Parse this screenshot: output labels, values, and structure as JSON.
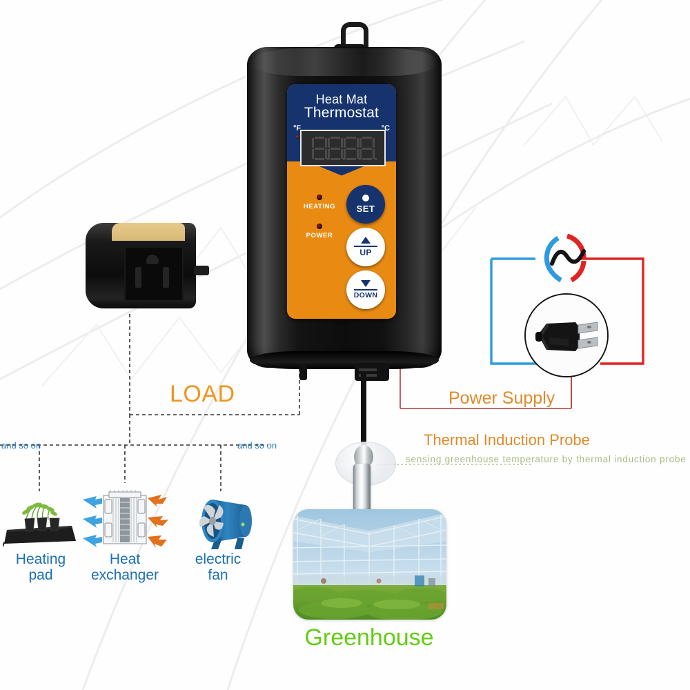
{
  "device": {
    "title_line1": "Heat Mat",
    "title_line2": "Thermostat",
    "unit_f": "°F",
    "unit_c": "°C",
    "display_value": "8.8.8.8.",
    "display_state": "all-segments-off",
    "indicators": [
      {
        "name": "heating",
        "label": "HEATING",
        "lit": false
      },
      {
        "name": "power",
        "label": "POWER",
        "lit": false
      }
    ],
    "buttons": [
      {
        "name": "set",
        "label": "SET"
      },
      {
        "name": "up",
        "label": "UP",
        "arrow": "triangle-up"
      },
      {
        "name": "down",
        "label": "DOWN",
        "arrow": "triangle-down"
      }
    ],
    "colors": {
      "faceplate_orange": "#e98b13",
      "faceplate_blue": "#16336e",
      "body_black": "#121212"
    }
  },
  "callouts": {
    "load": "LOAD",
    "power_supply": "Power Supply",
    "probe_title": "Thermal Induction Probe",
    "probe_subtitle": "sensing greenhouse temperature by thermal induction probe",
    "greenhouse": "Greenhouse",
    "and_so_on_left": "and so on",
    "and_so_on_right": "and so on"
  },
  "load_devices": [
    {
      "name": "heating-pad",
      "label_line1": "Heating",
      "label_line2": "pad"
    },
    {
      "name": "heat-exchanger",
      "label_line1": "Heat",
      "label_line2": "exchanger"
    },
    {
      "name": "electric-fan",
      "label_line1": "electric",
      "label_line2": "fan"
    }
  ],
  "icons": {
    "outlet": "power-outlet-icon",
    "plug": "power-plug-icon",
    "ac_source": "ac-source-icon",
    "probe": "thermal-probe-icon",
    "greenhouse_photo": "greenhouse-photo",
    "hanging_hook": "hanging-hook-icon"
  },
  "colors": {
    "label_orange": "#e08a2a",
    "load_orange": "#f2941f",
    "label_blue": "#1b6fb5",
    "greenhouse_green": "#63cc12",
    "subtitle_olive": "#a8ba82",
    "wire_red": "#e02424",
    "wire_blue": "#2f9bdd",
    "dashed_gray": "#3a3a3a"
  }
}
